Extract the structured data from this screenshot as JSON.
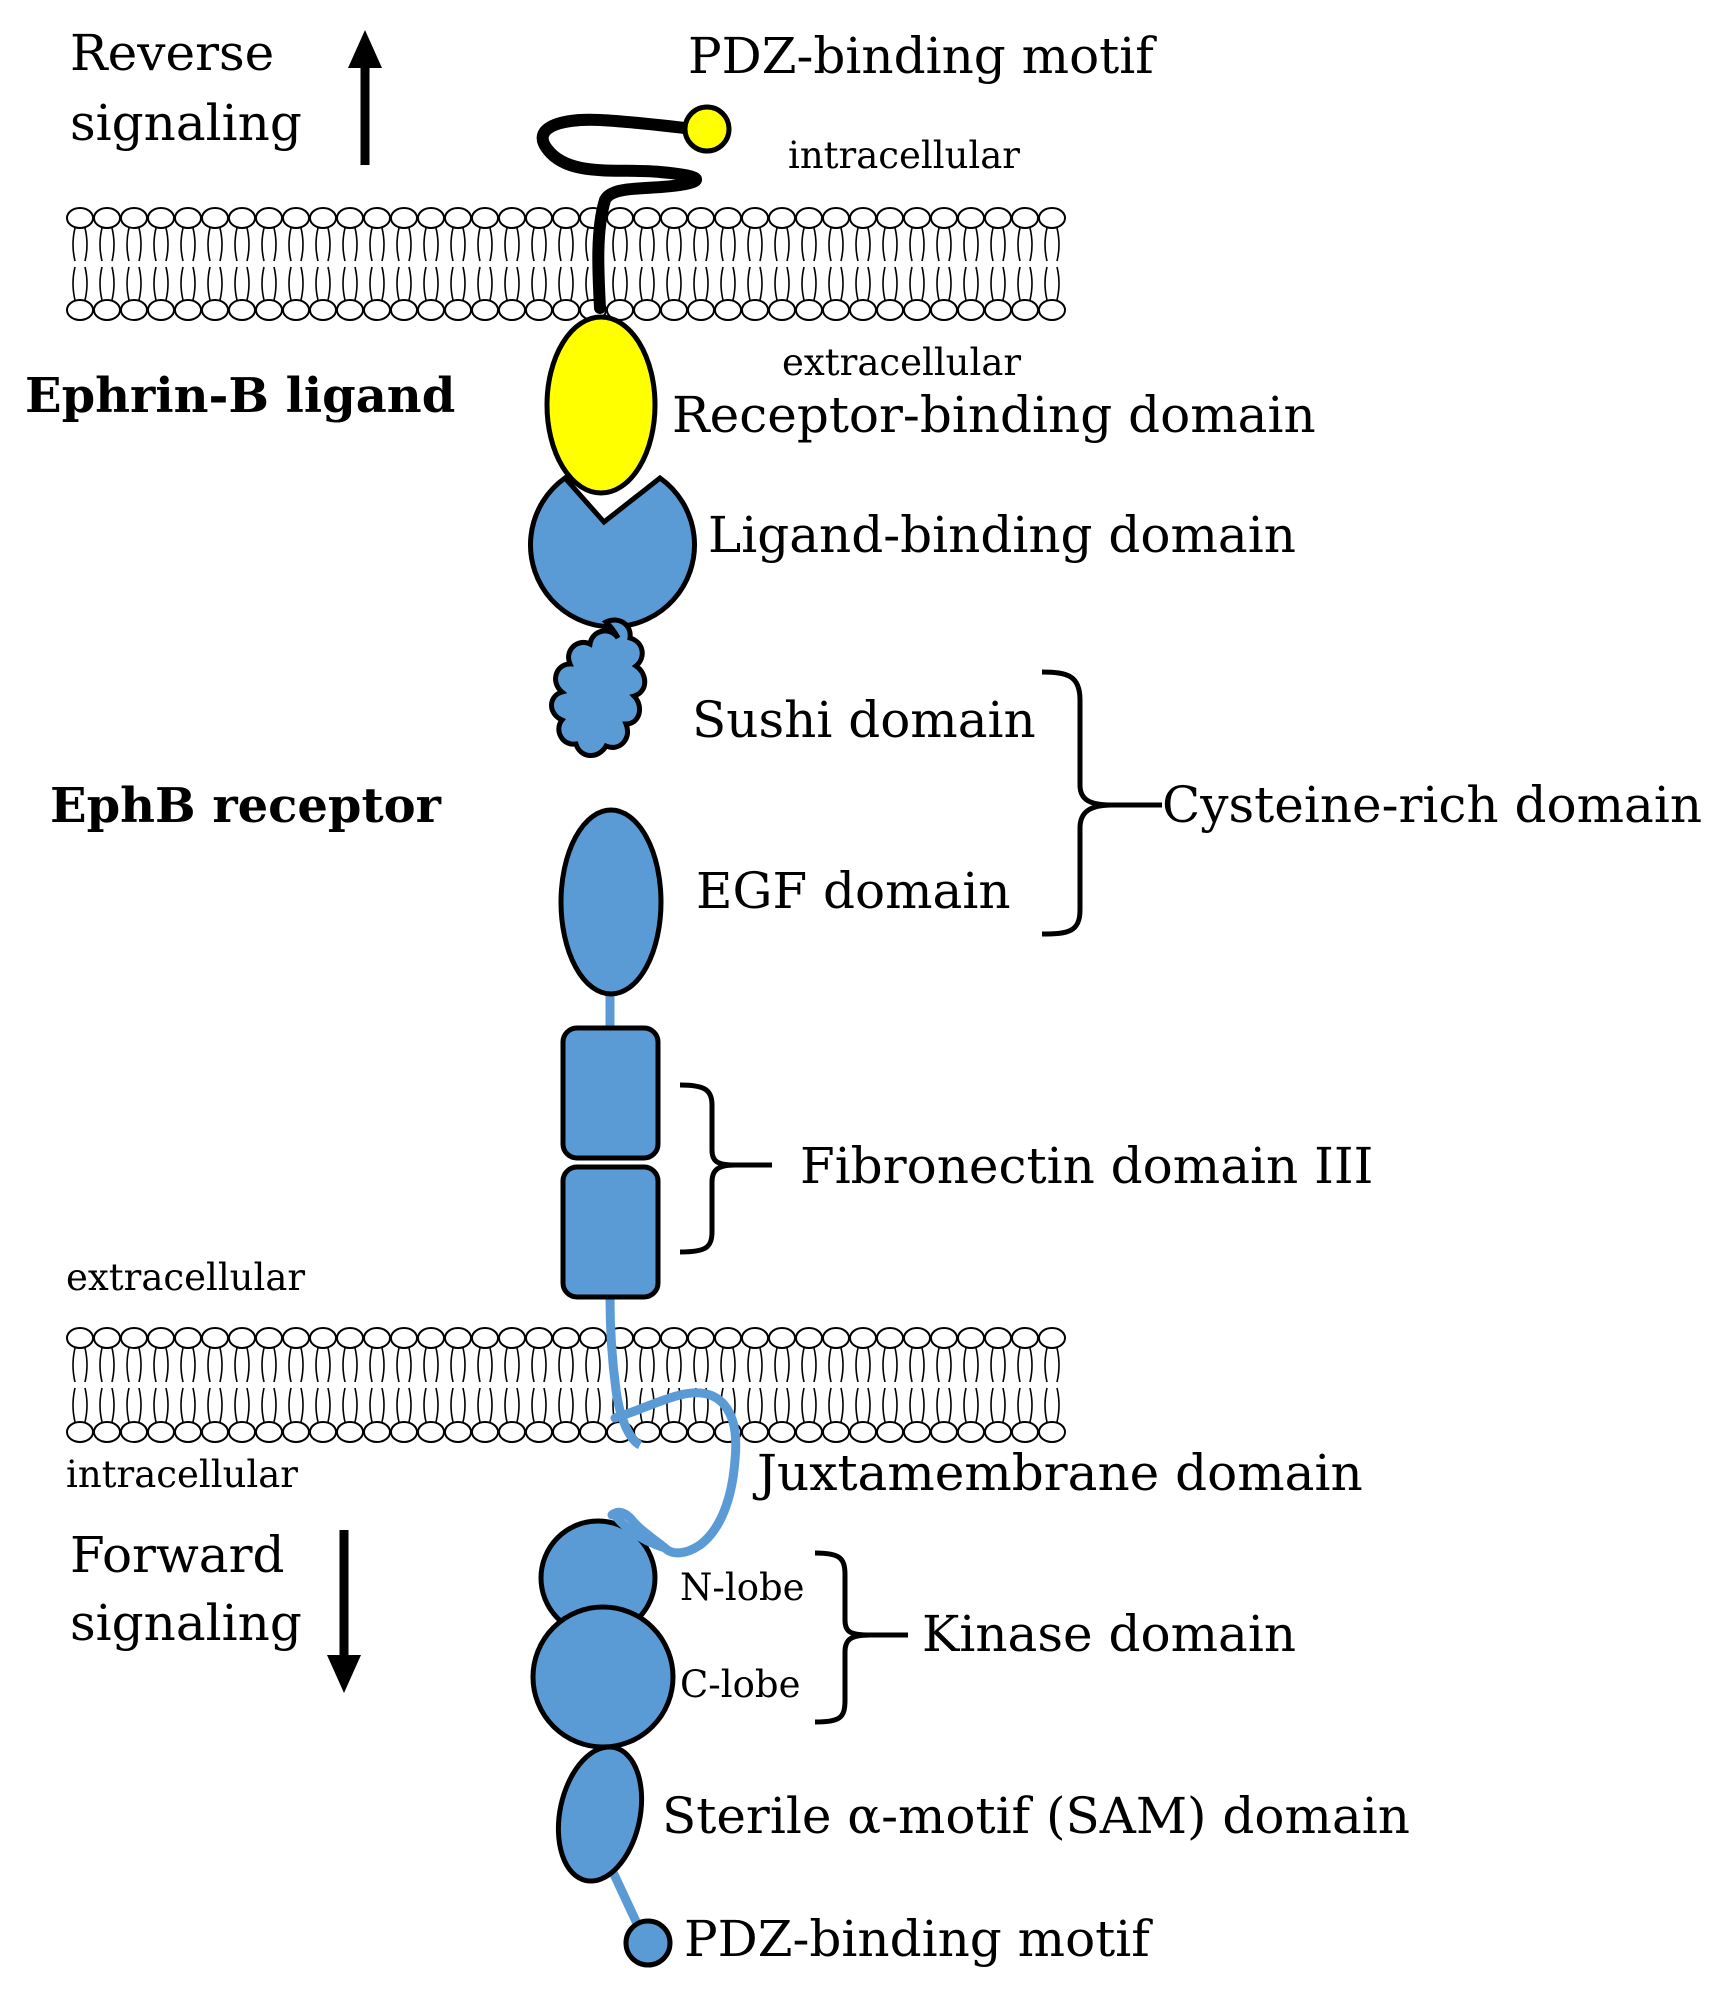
{
  "colors": {
    "receptor_blue": "#5b9bd5",
    "ligand_yellow": "#ffff00",
    "outline": "#000000",
    "membrane_fill": "#ffffff"
  },
  "top": {
    "reverse_line1": "Reverse",
    "reverse_line2": "signaling",
    "pdz_motif": "PDZ-binding motif",
    "intracellular": "intracellular",
    "extracellular": "extracellular"
  },
  "ligand": {
    "title": "Ephrin-B ligand",
    "receptor_binding": "Receptor-binding domain"
  },
  "receptor": {
    "title": "EphB receptor",
    "ligand_binding": "Ligand-binding domain",
    "sushi": "Sushi domain",
    "egf": "EGF domain",
    "cysteine_rich": "Cysteine-rich domain",
    "fibronectin": "Fibronectin domain III",
    "extracellular": "extracellular",
    "intracellular": "intracellular",
    "juxtamembrane": "Juxtamembrane domain",
    "forward_line1": "Forward",
    "forward_line2": "signaling",
    "n_lobe": "N-lobe",
    "c_lobe": "C-lobe",
    "kinase": "Kinase domain",
    "sam": "Sterile α-motif (SAM) domain",
    "pdz_motif": "PDZ-binding motif"
  }
}
